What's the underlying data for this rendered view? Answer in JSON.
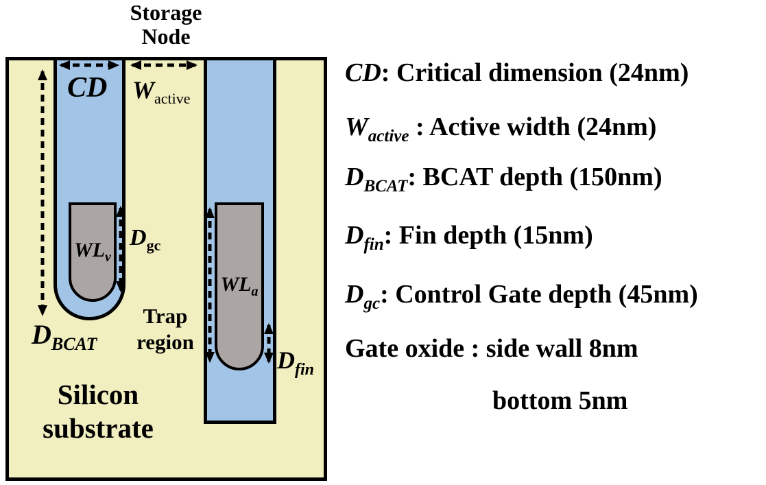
{
  "figure": {
    "storage_node_label": {
      "line1": "Storage",
      "line2": "Node"
    },
    "cd_label": "CD",
    "w_active_label": {
      "main": "W",
      "sub": "active"
    },
    "wl_v_label": {
      "main": "WL",
      "sub": "v"
    },
    "d_gc_label": {
      "main": "D",
      "sub": "gc"
    },
    "d_bcat_label": {
      "main": "D",
      "sub": "BCAT"
    },
    "trap_region_label": {
      "line1": "Trap",
      "line2": "region"
    },
    "wl_a_label": {
      "main": "WL",
      "sub": "a"
    },
    "d_fin_label": {
      "main": "D",
      "sub": "fin"
    },
    "substrate_label": {
      "line1": "Silicon",
      "line2": "substrate"
    },
    "colors": {
      "substrate_fill": "#f1eec0",
      "trench_fill": "#a2c4e6",
      "wordline_fill": "#aba6a4",
      "outline": "#000000"
    }
  },
  "legend": {
    "items": [
      {
        "sym": "CD",
        "sub": "",
        "text": ": Critical dimension (24nm)"
      },
      {
        "sym": "W",
        "sub": "active",
        "text": " : Active width (24nm)"
      },
      {
        "sym": "D",
        "sub": "BCAT",
        "text": ": BCAT depth (150nm)"
      },
      {
        "sym": "D",
        "sub": "fin",
        "text": ": Fin depth (15nm)"
      },
      {
        "sym": "D",
        "sub": "gc",
        "text": ": Control Gate depth (45nm)"
      },
      {
        "sym": "",
        "sub": "",
        "text": "Gate oxide : side wall 8nm"
      },
      {
        "sym": "",
        "sub": "",
        "text": "bottom 5nm"
      }
    ]
  }
}
